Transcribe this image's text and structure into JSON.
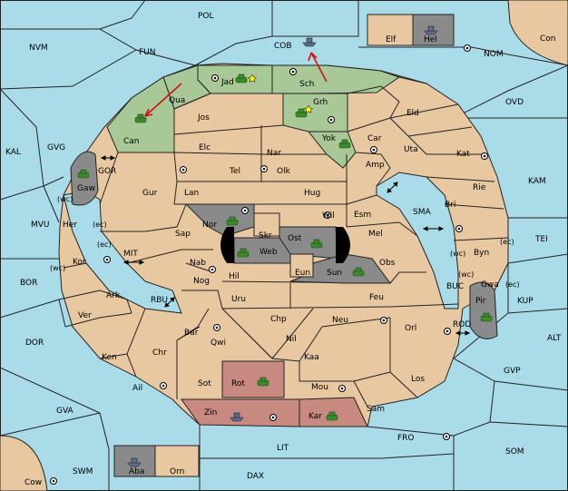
{
  "sea_labels": {
    "pol": "POL",
    "fun": "FUN",
    "cob": "COB",
    "nvm": "NVM",
    "nom": "NOM",
    "con": "Con",
    "ovd": "OVD",
    "kal": "KAL",
    "gvg": "GVG",
    "gor": "GOR",
    "mvu": "MVU",
    "mit": "MIT",
    "sma": "SMA",
    "kam": "KAM",
    "tei": "TEI",
    "bor": "BOR",
    "rbu": "RBU",
    "buc": "BUC",
    "kup": "KUP",
    "dor": "DOR",
    "rod": "ROD",
    "alt": "ALT",
    "gvp": "GVP",
    "gva": "GVA",
    "fro": "FRO",
    "som": "SOM",
    "lit": "LIT",
    "swm": "SWM",
    "cow": "Cow",
    "dax": "DAX"
  },
  "land_labels": {
    "jad": "Jad",
    "sch": "Sch",
    "qua": "Qua",
    "can": "Can",
    "jos": "Jos",
    "grh": "Grh",
    "eld": "Eld",
    "yok": "Yok",
    "car": "Car",
    "uta": "Uta",
    "kat": "Kat",
    "elc": "Elc",
    "nar": "Nar",
    "amp": "Amp",
    "tel": "Tel",
    "olk": "Olk",
    "gaw": "Gaw",
    "gur": "Gur",
    "lan": "Lan",
    "hug": "Hug",
    "rie": "Rie",
    "bri": "Bri",
    "wc1": "(wc)",
    "her": "Her",
    "ec1": "(ec)",
    "wil": "Wil",
    "esm": "Esm",
    "nor": "Nor",
    "skr": "Skr",
    "ost": "Ost",
    "mel": "Mel",
    "sap": "Sap",
    "ec2": "(ec)",
    "web": "Web",
    "byn": "Byn",
    "wc2": "(wc)",
    "ec3": "(ec)",
    "kor": "Kor",
    "wc3": "(wc)",
    "nab": "Nab",
    "eun": "Eun",
    "sun": "Sun",
    "obs": "Obs",
    "hil": "Hil",
    "wc4": "(wc)",
    "gwa": "Gwa",
    "ec4": "(ec)",
    "ark": "Ark",
    "nog": "Nog",
    "uru": "Uru",
    "feu": "Feu",
    "pir": "Pir",
    "ver": "Ver",
    "chp": "Chp",
    "neu": "Neu",
    "orl": "Orl",
    "bar": "Bar",
    "qwi": "Qwi",
    "nil": "Nil",
    "ken": "Ken",
    "chr": "Chr",
    "kaa": "Kaa",
    "los": "Los",
    "ail": "Ail",
    "rot": "Rot",
    "sot": "Sot",
    "mou": "Mou",
    "zin": "Zin",
    "kar": "Kar",
    "sam": "Sam",
    "elf": "Elf",
    "hel": "Hel",
    "aba": "Aba",
    "orn": "Orn"
  },
  "colors": {
    "sea": "#a9dbe8",
    "land": "#e8c8a0",
    "player_green": "#a8c898",
    "player_gray": "#8a8a8a",
    "player_rose": "#c88a80",
    "order_arrow": "#d01010"
  }
}
